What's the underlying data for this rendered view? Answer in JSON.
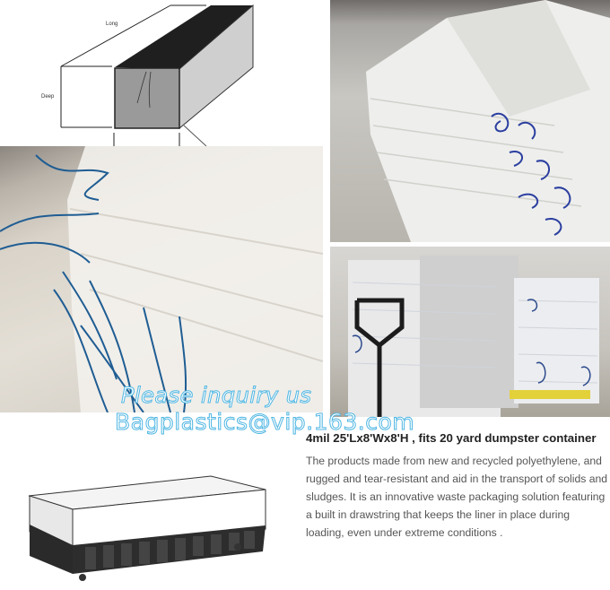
{
  "diagram": {
    "labels": {
      "long": "Long",
      "deep": "Deep"
    },
    "fill_color": "#2a2a2a"
  },
  "photos": [
    {
      "name": "drawstring-bags-photo",
      "description": "White liner bags with blue drawstrings"
    },
    {
      "name": "folded-liners-photo",
      "description": "Stack of folded white dumpster liners"
    },
    {
      "name": "warehouse-pallet-photo",
      "description": "Stacked liners on pallet with pallet jack"
    }
  ],
  "watermark": {
    "line1": "Please inquiry us",
    "line2": "Bagplastics@vip.163.com",
    "color": "#4fb6e3"
  },
  "product": {
    "title": "4mil 25'Lx8'Wx8'H , fits 20 yard dumpster container",
    "description": "The products made from new and recycled polyethylene, and rugged and tear-resistant and aid in the transport of solids and sludges. It is an innovative waste packaging solution featuring a built in drawstring that keeps the liner in place during loading, even under extreme conditions ."
  }
}
